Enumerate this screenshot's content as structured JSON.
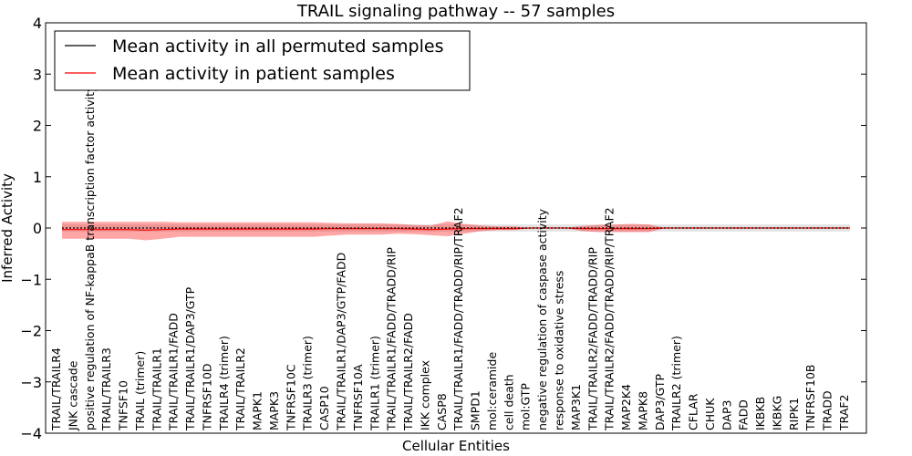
{
  "chart_data": {
    "type": "line",
    "title": "TRAIL signaling pathway -- 57 samples",
    "xlabel": "Cellular Entities",
    "ylabel": "Inferred Activity",
    "ylim": [
      -4,
      4
    ],
    "yticks": [
      -4,
      -3,
      -2,
      -1,
      0,
      1,
      2,
      3,
      4
    ],
    "ytick_labels": [
      "−4",
      "−3",
      "−2",
      "−1",
      "0",
      "1",
      "2",
      "3",
      "4"
    ],
    "grid": false,
    "legend_position": "top-left",
    "categories": [
      "TRAIL/TRAILR4",
      "JNK cascade",
      "positive regulation of NF-kappaB transcription factor activity",
      "TRAIL/TRAILR3",
      "TNFSF10",
      "TRAIL (trimer)",
      "TRAIL/TRAILR1",
      "TRAIL/TRAILR1/FADD",
      "TRAIL/TRAILR1/DAP3/GTP",
      "TNFRSF10D",
      "TRAILR4 (trimer)",
      "TRAIL/TRAILR2",
      "MAPK1",
      "MAPK3",
      "TNFRSF10C",
      "TRAILR3 (trimer)",
      "CASP10",
      "TRAIL/TRAILR1/DAP3/GTP/FADD",
      "TNFRSF10A",
      "TRAILR1 (trimer)",
      "TRAIL/TRAILR1/FADD/TRADD/RIP",
      "TRAIL/TRAILR2/FADD",
      "IKK complex",
      "CASP8",
      "TRAIL/TRAILR1/FADD/TRADD/RIP/TRAF2",
      "SMPD1",
      "mol:ceramide",
      "cell death",
      "mol:GTP",
      "negative regulation of caspase activity",
      "response to oxidative stress",
      "MAP3K1",
      "TRAIL/TRAILR2/FADD/TRADD/RIP",
      "TRAIL/TRAILR2/FADD/TRADD/RIP/TRAF2",
      "MAP2K4",
      "MAPK8",
      "DAP3/GTP",
      "TRAILR2 (trimer)",
      "CFLAR",
      "CHUK",
      "DAP3",
      "FADD",
      "IKBKB",
      "IKBKG",
      "RIPK1",
      "TNFRSF10B",
      "TRADD",
      "TRAF2"
    ],
    "series": [
      {
        "name": "Mean activity in all permuted samples",
        "color": "#000000",
        "values": [
          0,
          0,
          0,
          0,
          0,
          0,
          0,
          0,
          0,
          0,
          0,
          0,
          0,
          0,
          0,
          0,
          0,
          0,
          0,
          0,
          0,
          0,
          0,
          0,
          0,
          0,
          0,
          0,
          0,
          0,
          0,
          0,
          0,
          0,
          0,
          0,
          0,
          0,
          0,
          0,
          0,
          0,
          0,
          0,
          0,
          0,
          0,
          0
        ],
        "band_lower": [
          -0.07,
          -0.07,
          -0.07,
          -0.07,
          -0.07,
          -0.07,
          -0.07,
          -0.07,
          -0.07,
          -0.07,
          -0.07,
          -0.07,
          -0.07,
          -0.07,
          -0.07,
          -0.07,
          -0.07,
          -0.07,
          -0.07,
          -0.07,
          -0.07,
          -0.07,
          -0.07,
          -0.07,
          -0.07,
          -0.07,
          -0.07,
          -0.07,
          -0.07,
          -0.07,
          -0.07,
          -0.07,
          -0.07,
          -0.07,
          -0.07,
          -0.07,
          -0.07,
          -0.07,
          -0.07,
          -0.07,
          -0.07,
          -0.07,
          -0.07,
          -0.07,
          -0.07,
          -0.07,
          -0.07,
          -0.07
        ],
        "band_upper": [
          0.07,
          0.07,
          0.07,
          0.07,
          0.07,
          0.07,
          0.07,
          0.07,
          0.07,
          0.07,
          0.07,
          0.07,
          0.07,
          0.07,
          0.07,
          0.07,
          0.07,
          0.07,
          0.07,
          0.07,
          0.07,
          0.07,
          0.07,
          0.07,
          0.07,
          0.07,
          0.07,
          0.07,
          0.07,
          0.07,
          0.07,
          0.07,
          0.07,
          0.07,
          0.07,
          0.07,
          0.07,
          0.07,
          0.07,
          0.07,
          0.07,
          0.07,
          0.07,
          0.07,
          0.07,
          0.07,
          0.07,
          0.07
        ],
        "band_color": "#cccccc"
      },
      {
        "name": "Mean activity in patient samples",
        "color": "#ff0000",
        "values": [
          -0.03,
          -0.03,
          -0.03,
          -0.03,
          -0.03,
          -0.04,
          -0.03,
          -0.02,
          -0.02,
          -0.02,
          -0.02,
          -0.02,
          -0.02,
          -0.02,
          -0.02,
          -0.02,
          -0.01,
          -0.01,
          -0.01,
          -0.01,
          -0.01,
          -0.02,
          -0.03,
          -0.02,
          -0.01,
          -0.01,
          -0.01,
          -0.01,
          0,
          0,
          0,
          -0.01,
          -0.01,
          -0.01,
          -0.01,
          -0.01,
          0,
          0,
          0,
          0,
          0,
          0,
          0,
          0,
          0,
          0,
          0,
          0
        ],
        "band_lower": [
          -0.21,
          -0.21,
          -0.21,
          -0.21,
          -0.21,
          -0.24,
          -0.21,
          -0.17,
          -0.17,
          -0.17,
          -0.17,
          -0.17,
          -0.17,
          -0.17,
          -0.17,
          -0.17,
          -0.15,
          -0.13,
          -0.13,
          -0.13,
          -0.11,
          -0.12,
          -0.14,
          -0.16,
          -0.11,
          -0.06,
          -0.04,
          -0.04,
          0,
          0,
          0,
          -0.06,
          -0.08,
          -0.08,
          -0.08,
          -0.08,
          0,
          0,
          0,
          0,
          0,
          0,
          0,
          0,
          0,
          0,
          0,
          0
        ],
        "band_upper": [
          0.12,
          0.12,
          0.12,
          0.12,
          0.12,
          0.12,
          0.12,
          0.11,
          0.11,
          0.11,
          0.11,
          0.11,
          0.11,
          0.11,
          0.11,
          0.11,
          0.1,
          0.09,
          0.09,
          0.09,
          0.08,
          0.06,
          0.05,
          0.13,
          0.08,
          0.05,
          0.03,
          0.03,
          0,
          0,
          0,
          0.04,
          0.06,
          0.07,
          0.08,
          0.07,
          0,
          0,
          0,
          0,
          0,
          0,
          0,
          0,
          0,
          0,
          0,
          0
        ],
        "band_color": "#ff0000"
      }
    ]
  }
}
